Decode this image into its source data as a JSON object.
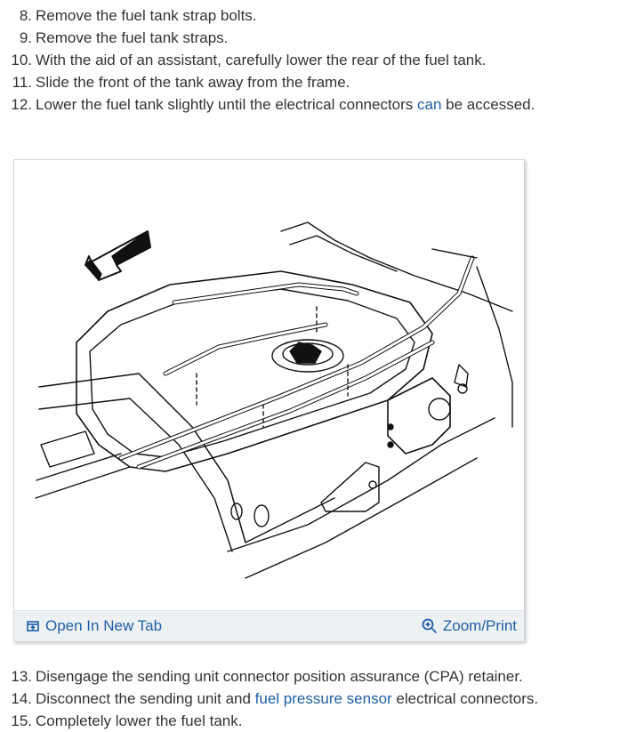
{
  "steps_top": [
    {
      "num": "8.",
      "text": "Remove the fuel tank strap bolts."
    },
    {
      "num": "9.",
      "text": "Remove the fuel tank straps."
    },
    {
      "num": "10.",
      "text": "With the aid of an assistant, carefully lower the rear of the fuel tank."
    },
    {
      "num": "11.",
      "text": "Slide the front of the tank away from the frame."
    },
    {
      "num": "12.",
      "text_before": "Lower the fuel tank slightly until the electrical connectors ",
      "link": "can",
      "text_after": " be accessed."
    }
  ],
  "figure": {
    "open_tab_label": "Open In New Tab",
    "zoom_label": "Zoom/Print",
    "open_icon": "open-in-new-tab-icon",
    "zoom_icon": "magnifier-plus-icon"
  },
  "steps_bottom": [
    {
      "num": "13.",
      "text": "Disengage the sending unit connector position assurance (CPA) retainer."
    },
    {
      "num": "14.",
      "text_before": "Disconnect the sending unit and ",
      "link": "fuel pressure sensor",
      "text_after": " electrical connectors."
    },
    {
      "num": "15.",
      "text": "Completely lower the fuel tank."
    }
  ],
  "colors": {
    "link": "#1f5fa6",
    "text": "#333333",
    "bar_bg": "#eef1f4"
  }
}
